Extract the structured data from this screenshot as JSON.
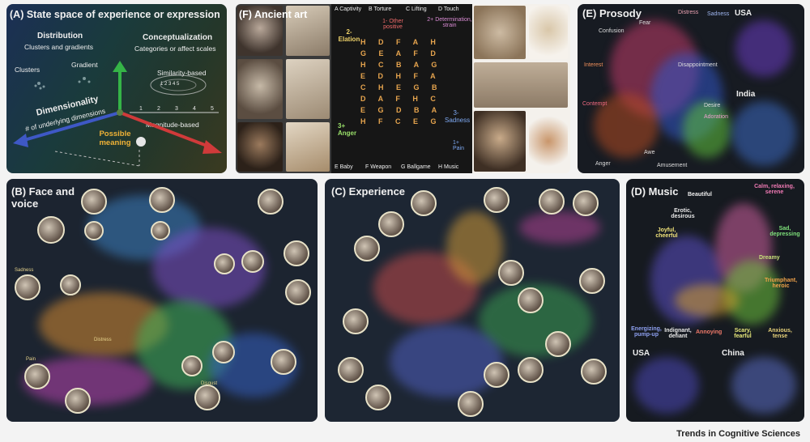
{
  "panel_a": {
    "title": "(A) State space of experience or expression",
    "distribution": "Distribution",
    "distribution_sub": "Clusters and gradients",
    "conceptualization": "Conceptualization",
    "conceptualization_sub": "Categories or affect scales",
    "clusters": "Clusters",
    "gradient": "Gradient",
    "similarity": "Similarity-based",
    "dimensionality": "Dimensionality",
    "dimensionality_sub": "# of underlying dimensions",
    "magnitude": "Magnitude-based",
    "possible_meaning": "Possible meaning",
    "ticks": [
      "1",
      "2",
      "3",
      "4",
      "5"
    ],
    "small_ticks": "1 2 3 4 5"
  },
  "panel_f": {
    "title": "(F) Ancient art",
    "categories_top": [
      "A Captivity",
      "B Torture",
      "C Lifting",
      "D Touch"
    ],
    "categories_bottom": [
      "E Baby",
      "F Weapon",
      "G Ballgame",
      "H Music"
    ],
    "labels": [
      "2- Elation",
      "1- Other positive",
      "2+ Determination, strain",
      "3+ Anger",
      "3- Sadness",
      "1+ Pain"
    ],
    "letters": "H D F A H G E A F D H C B A G E D H F A C H E G B D A F H C E G D B A H F C E G"
  },
  "panel_e": {
    "title": "(E) Prosody",
    "words": [
      "Distress",
      "Sadness",
      "Confusion",
      "Fear",
      "Interest",
      "Disappointment",
      "Contempt",
      "Desire",
      "Adoration",
      "Anger",
      "Awe",
      "Amusement"
    ],
    "regions": [
      "USA",
      "India"
    ]
  },
  "panel_b": {
    "title": "(B) Face and voice",
    "words": [
      "Disgust",
      "Distress",
      "Pain",
      "Sadness"
    ]
  },
  "panel_c": {
    "title": "(C) Experience"
  },
  "panel_d": {
    "title": "(D) Music",
    "words": [
      "Beautiful",
      "Calm, relaxing, serene",
      "Erotic, desirous",
      "Joyful, cheerful",
      "Sad, depressing",
      "Dreamy",
      "Triumphant, heroic",
      "Energizing, pump-up",
      "Indignant, defiant",
      "Annoying",
      "Scary, fearful",
      "Anxious, tense"
    ],
    "regions": [
      "USA",
      "China"
    ]
  },
  "credit": "Trends in Cognitive Sciences"
}
